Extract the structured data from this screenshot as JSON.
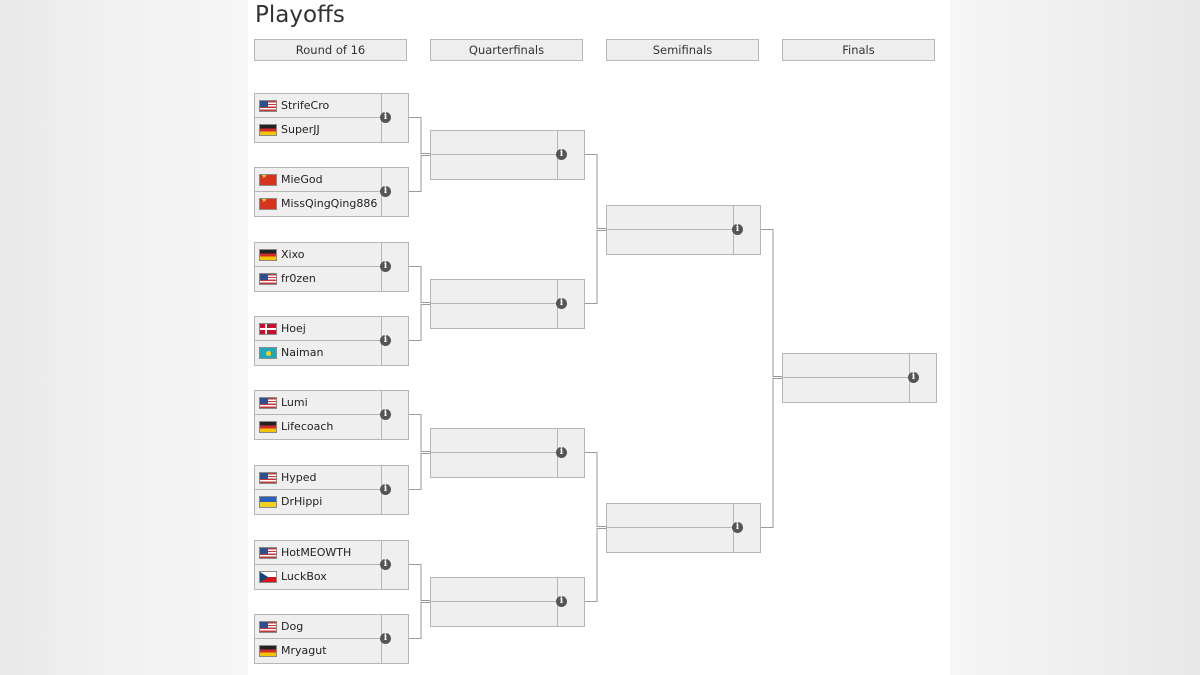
{
  "title": "Playoffs",
  "rounds": [
    {
      "label": "Round of 16"
    },
    {
      "label": "Quarterfinals"
    },
    {
      "label": "Semifinals"
    },
    {
      "label": "Finals"
    }
  ],
  "info_icon": {
    "glyph": "i",
    "icon": "info-icon"
  },
  "flag_colors": {
    "us": "#2d4f8e",
    "de": "#222222",
    "cn": "#d8331f",
    "dk": "#c8102e",
    "kz": "#1fa9bf",
    "ua": "#2b60b8",
    "cz": "#11457e"
  },
  "round_of_16": [
    {
      "players": [
        {
          "name": "StrifeCro",
          "flag": "us"
        },
        {
          "name": "SuperJJ",
          "flag": "de"
        }
      ]
    },
    {
      "players": [
        {
          "name": "MieGod",
          "flag": "cn"
        },
        {
          "name": "MissQingQing886",
          "flag": "cn"
        }
      ]
    },
    {
      "players": [
        {
          "name": "Xixo",
          "flag": "de"
        },
        {
          "name": "fr0zen",
          "flag": "us"
        }
      ]
    },
    {
      "players": [
        {
          "name": "Hoej",
          "flag": "dk"
        },
        {
          "name": "Naiman",
          "flag": "kz"
        }
      ]
    },
    {
      "players": [
        {
          "name": "Lumi",
          "flag": "us"
        },
        {
          "name": "Lifecoach",
          "flag": "de"
        }
      ]
    },
    {
      "players": [
        {
          "name": "Hyped",
          "flag": "us"
        },
        {
          "name": "DrHippi",
          "flag": "ua"
        }
      ]
    },
    {
      "players": [
        {
          "name": "HotMEOWTH",
          "flag": "us"
        },
        {
          "name": "LuckBox",
          "flag": "cz"
        }
      ]
    },
    {
      "players": [
        {
          "name": "Dog",
          "flag": "us"
        },
        {
          "name": "Mryagut",
          "flag": "de"
        }
      ]
    }
  ],
  "quarterfinals": [
    {
      "players": [
        {
          "name": "",
          "flag": ""
        },
        {
          "name": "",
          "flag": ""
        }
      ]
    },
    {
      "players": [
        {
          "name": "",
          "flag": ""
        },
        {
          "name": "",
          "flag": ""
        }
      ]
    },
    {
      "players": [
        {
          "name": "",
          "flag": ""
        },
        {
          "name": "",
          "flag": ""
        }
      ]
    },
    {
      "players": [
        {
          "name": "",
          "flag": ""
        },
        {
          "name": "",
          "flag": ""
        }
      ]
    }
  ],
  "semifinals": [
    {
      "players": [
        {
          "name": "",
          "flag": ""
        },
        {
          "name": "",
          "flag": ""
        }
      ]
    },
    {
      "players": [
        {
          "name": "",
          "flag": ""
        },
        {
          "name": "",
          "flag": ""
        }
      ]
    }
  ],
  "finals": [
    {
      "players": [
        {
          "name": "",
          "flag": ""
        },
        {
          "name": "",
          "flag": ""
        }
      ]
    }
  ]
}
